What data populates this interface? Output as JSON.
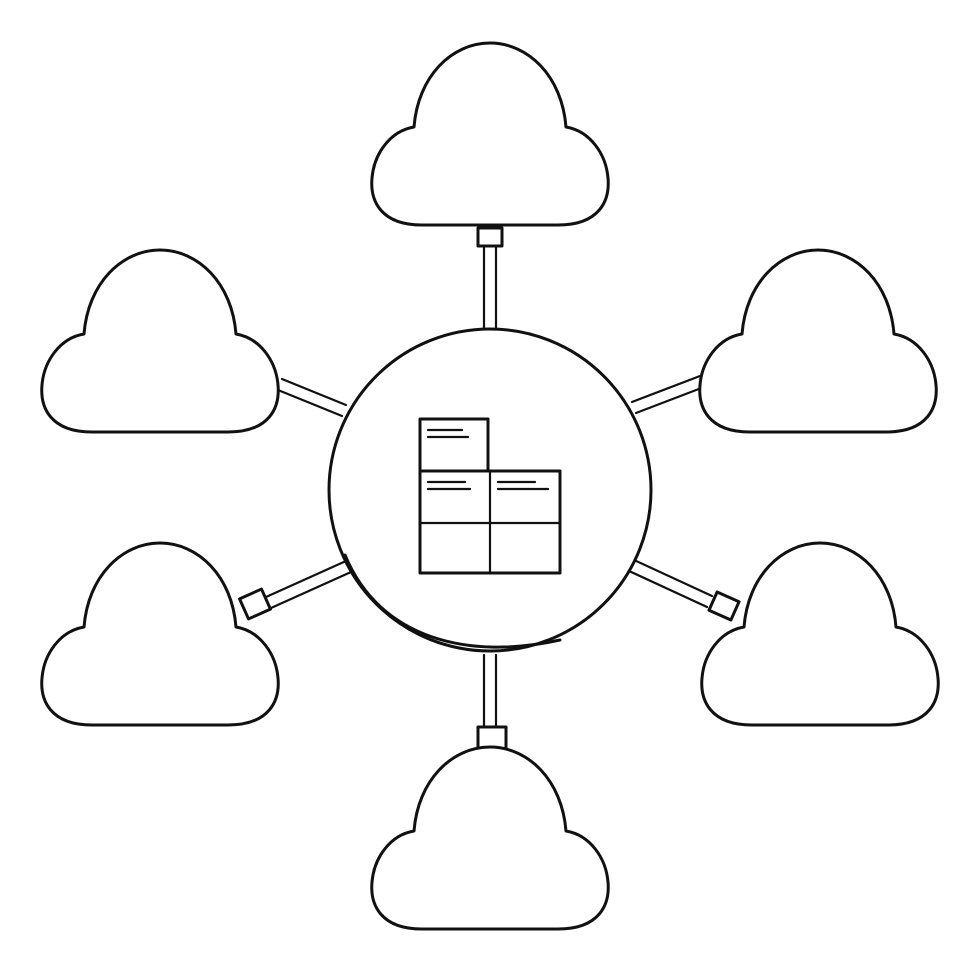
{
  "diagram": {
    "type": "hub-and-spoke",
    "hub": {
      "shape": "circle",
      "icon": "server-blocks-icon"
    },
    "nodes": [
      {
        "id": "cloud-top",
        "shape": "cloud",
        "label": "",
        "connector": "square-plug"
      },
      {
        "id": "cloud-upper-right",
        "shape": "cloud",
        "label": "",
        "connector": "none"
      },
      {
        "id": "cloud-lower-right",
        "shape": "cloud",
        "label": "",
        "connector": "square-plug"
      },
      {
        "id": "cloud-bottom",
        "shape": "cloud",
        "label": "",
        "connector": "square-plug"
      },
      {
        "id": "cloud-lower-left",
        "shape": "cloud",
        "label": "",
        "connector": "square-plug"
      },
      {
        "id": "cloud-upper-left",
        "shape": "cloud",
        "label": "",
        "connector": "none"
      }
    ],
    "colors": {
      "stroke": "#111111",
      "fill": "#ffffff",
      "background": "#ffffff"
    }
  }
}
